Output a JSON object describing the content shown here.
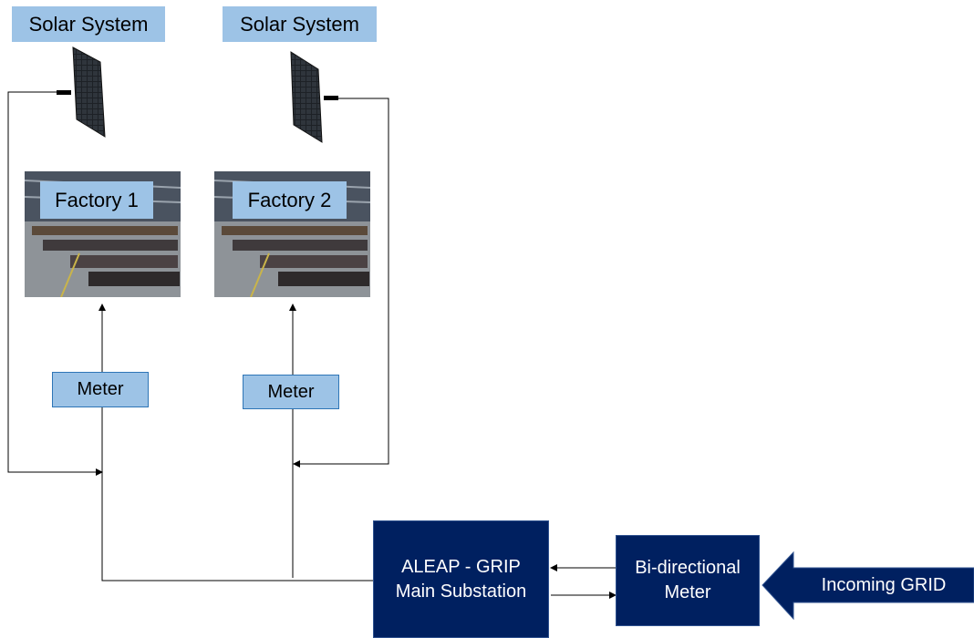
{
  "solar": [
    {
      "label": "Solar System"
    },
    {
      "label": "Solar System"
    }
  ],
  "factories": [
    {
      "label": "Factory 1"
    },
    {
      "label": "Factory 2"
    }
  ],
  "meters": [
    {
      "label": "Meter"
    },
    {
      "label": "Meter"
    }
  ],
  "substation": {
    "line1": "ALEAP - GRIP",
    "line2": "Main Substation"
  },
  "bimeter": {
    "line1": "Bi-directional",
    "line2": "Meter"
  },
  "grid": {
    "label": "Incoming GRID"
  },
  "colors": {
    "label_fill": "#9dc3e6",
    "dark_fill": "#002060",
    "line": "#000000"
  }
}
